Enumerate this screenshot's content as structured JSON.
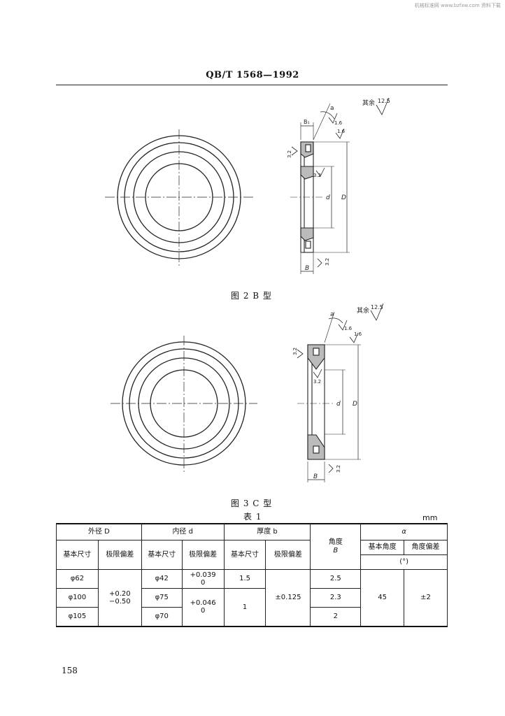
{
  "watermark": "机械标准网 www.bzfxw.com 资料下载",
  "header": {
    "standard_no": "QB/T 1568—1992"
  },
  "figure2": {
    "caption": "图 2   B 型",
    "labels": {
      "a": "a",
      "b1": "B₁",
      "r1": "1.6",
      "r2": "1.6",
      "other": "其余",
      "other_val": "12.5",
      "ra_left": "3.2",
      "ra_inner": "3.2",
      "ra_bottom": "3.2",
      "d": "d",
      "D": "D",
      "B": "B"
    }
  },
  "figure3": {
    "caption": "图 3   C 型",
    "labels": {
      "a": "a",
      "r1": "1.6",
      "r2": "1.6",
      "other": "其余",
      "other_val": "12.5",
      "ra_left": "3.2",
      "ra_inner": "3.2",
      "ra_bottom": "3.2",
      "d": "d",
      "D": "D",
      "B": "B"
    }
  },
  "table": {
    "title": "表 1",
    "unit": "mm",
    "headers": {
      "outer": "外径 D",
      "inner": "内径 d",
      "thickness": "厚度 b",
      "angle_B_top": "角度",
      "angle_B_sym": "B",
      "alpha": "α",
      "basic": "基本尺寸",
      "limit": "极限偏差",
      "basic_angle": "基本角度",
      "angle_dev": "角度偏差",
      "degree": "(°)"
    },
    "D": [
      "φ62",
      "φ100",
      "φ105"
    ],
    "D_dev_upper": "+0.20",
    "D_dev_lower": "−0.50",
    "d": [
      "φ42",
      "φ75",
      "φ70"
    ],
    "d_dev1_upper": "+0.039",
    "d_dev1_lower": "0",
    "d_dev2_upper": "+0.046",
    "d_dev2_lower": "0",
    "b1": "1.5",
    "b2": "1",
    "b_dev": "±0.125",
    "B_vals": [
      "2.5",
      "2.3",
      "2"
    ],
    "alpha_basic": "45",
    "alpha_dev": "±2"
  },
  "page_number": "158"
}
